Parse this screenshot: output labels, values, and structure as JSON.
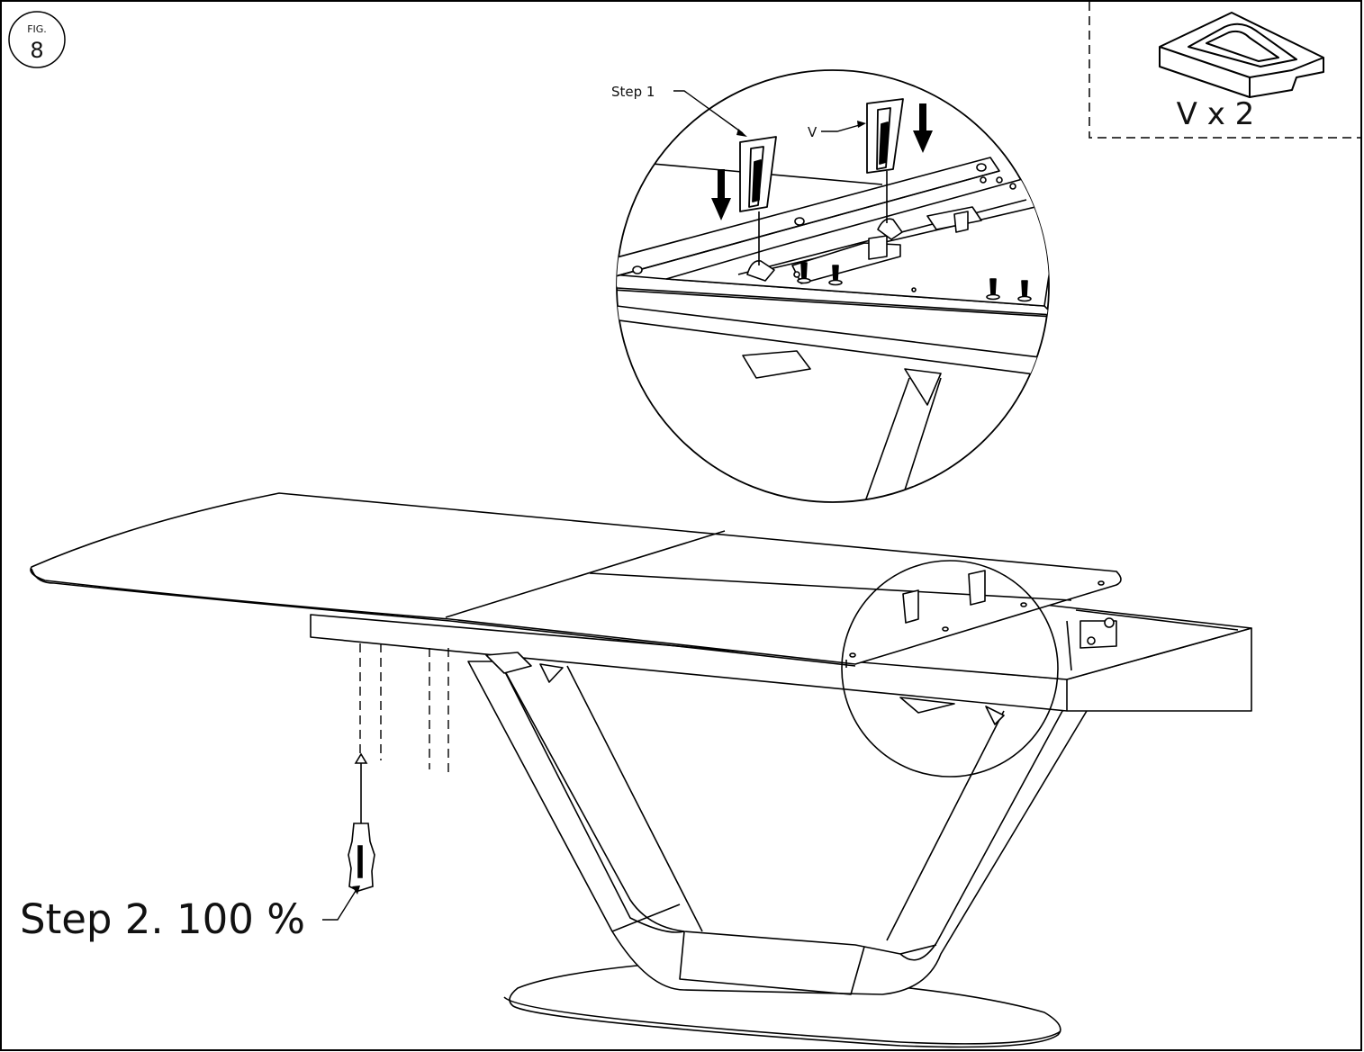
{
  "figure": {
    "prefix": "FIG.",
    "number": "8"
  },
  "parts": {
    "label": "V x 2"
  },
  "callouts": {
    "step1": "Step 1",
    "part_v": "V",
    "step2": "Step 2. 100 %"
  }
}
